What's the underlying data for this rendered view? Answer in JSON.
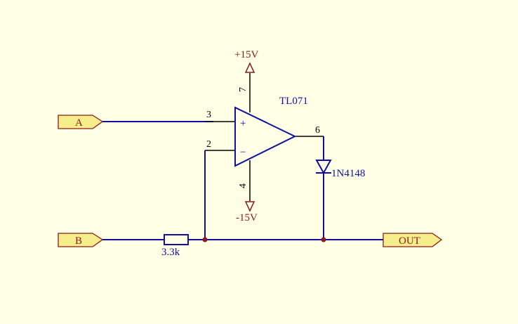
{
  "ports": {
    "a": "A",
    "b": "B",
    "out": "OUT"
  },
  "opamp": {
    "part": "TL071",
    "pin_noninv": "3",
    "pin_inv": "2",
    "pin_out": "6",
    "pin_vpos": "7",
    "pin_vneg": "4",
    "plus_sign": "+",
    "minus_sign": "−"
  },
  "power": {
    "positive": "+15V",
    "negative": "-15V"
  },
  "diode": {
    "part": "1N4148"
  },
  "resistor": {
    "value": "3.3k"
  },
  "colors": {
    "background": "#FFFFE6",
    "wire": "#1010A0",
    "port_fill": "#F5EE8A",
    "port_border": "#8B1A1A",
    "power": "#8B1A1A",
    "junction": "#8B1A1A"
  }
}
